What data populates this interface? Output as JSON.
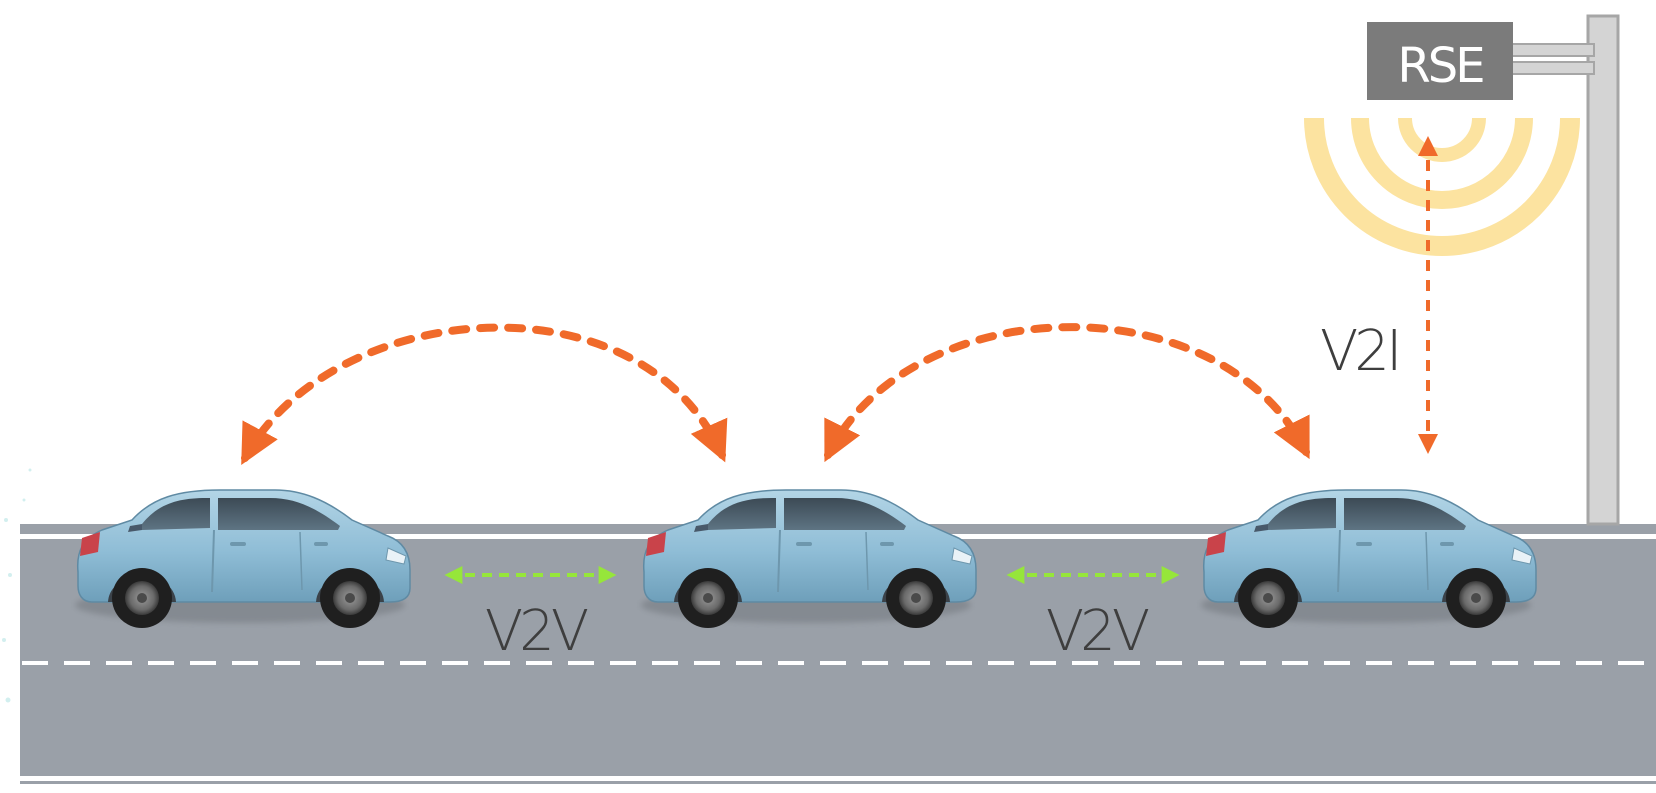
{
  "labels": {
    "rse": "RSE",
    "v2i": "V2I",
    "v2v": "V2V"
  },
  "colors": {
    "road": "#9aa0a8",
    "lane_marking": "#ffffff",
    "pole": "#d4d4d4",
    "rse_box": "#7b7b7b",
    "signal_waves": "#fce3a0",
    "v2i_link": "#f06a2a",
    "v2v_link": "#96e63a",
    "car_body": "#8fbdd6"
  },
  "icons": {
    "car": "hatchback-car-icon",
    "rse": "roadside-equipment-box",
    "waves": "wireless-signal-waves"
  }
}
